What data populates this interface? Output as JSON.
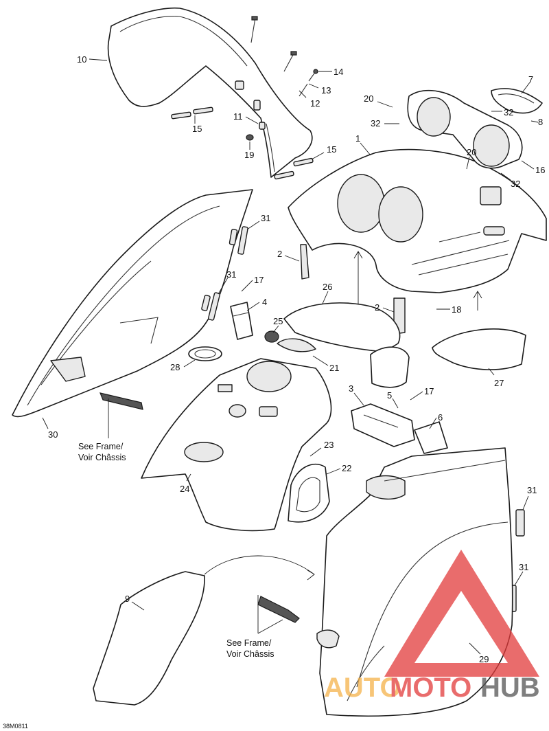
{
  "diagram": {
    "reference_code": "38M0811",
    "notes": {
      "see_frame_line1": "See Frame/",
      "see_frame_line2": "Voir Châssis"
    },
    "callouts": [
      "1",
      "2",
      "3",
      "4",
      "5",
      "6",
      "7",
      "8",
      "9",
      "10",
      "11",
      "12",
      "13",
      "14",
      "15",
      "16",
      "17",
      "18",
      "19",
      "20",
      "21",
      "22",
      "23",
      "24",
      "25",
      "26",
      "27",
      "28",
      "29",
      "30",
      "31",
      "32"
    ]
  },
  "watermark": {
    "text": "AUTOMOTOHUB",
    "part_auto": "AUTO",
    "part_moto": "MOTO",
    "part_hub": "HUB",
    "colors": {
      "auto": "#f5b24a",
      "moto": "#e23b3b",
      "hub": "#555555",
      "triangle": "#e23b3b"
    }
  }
}
